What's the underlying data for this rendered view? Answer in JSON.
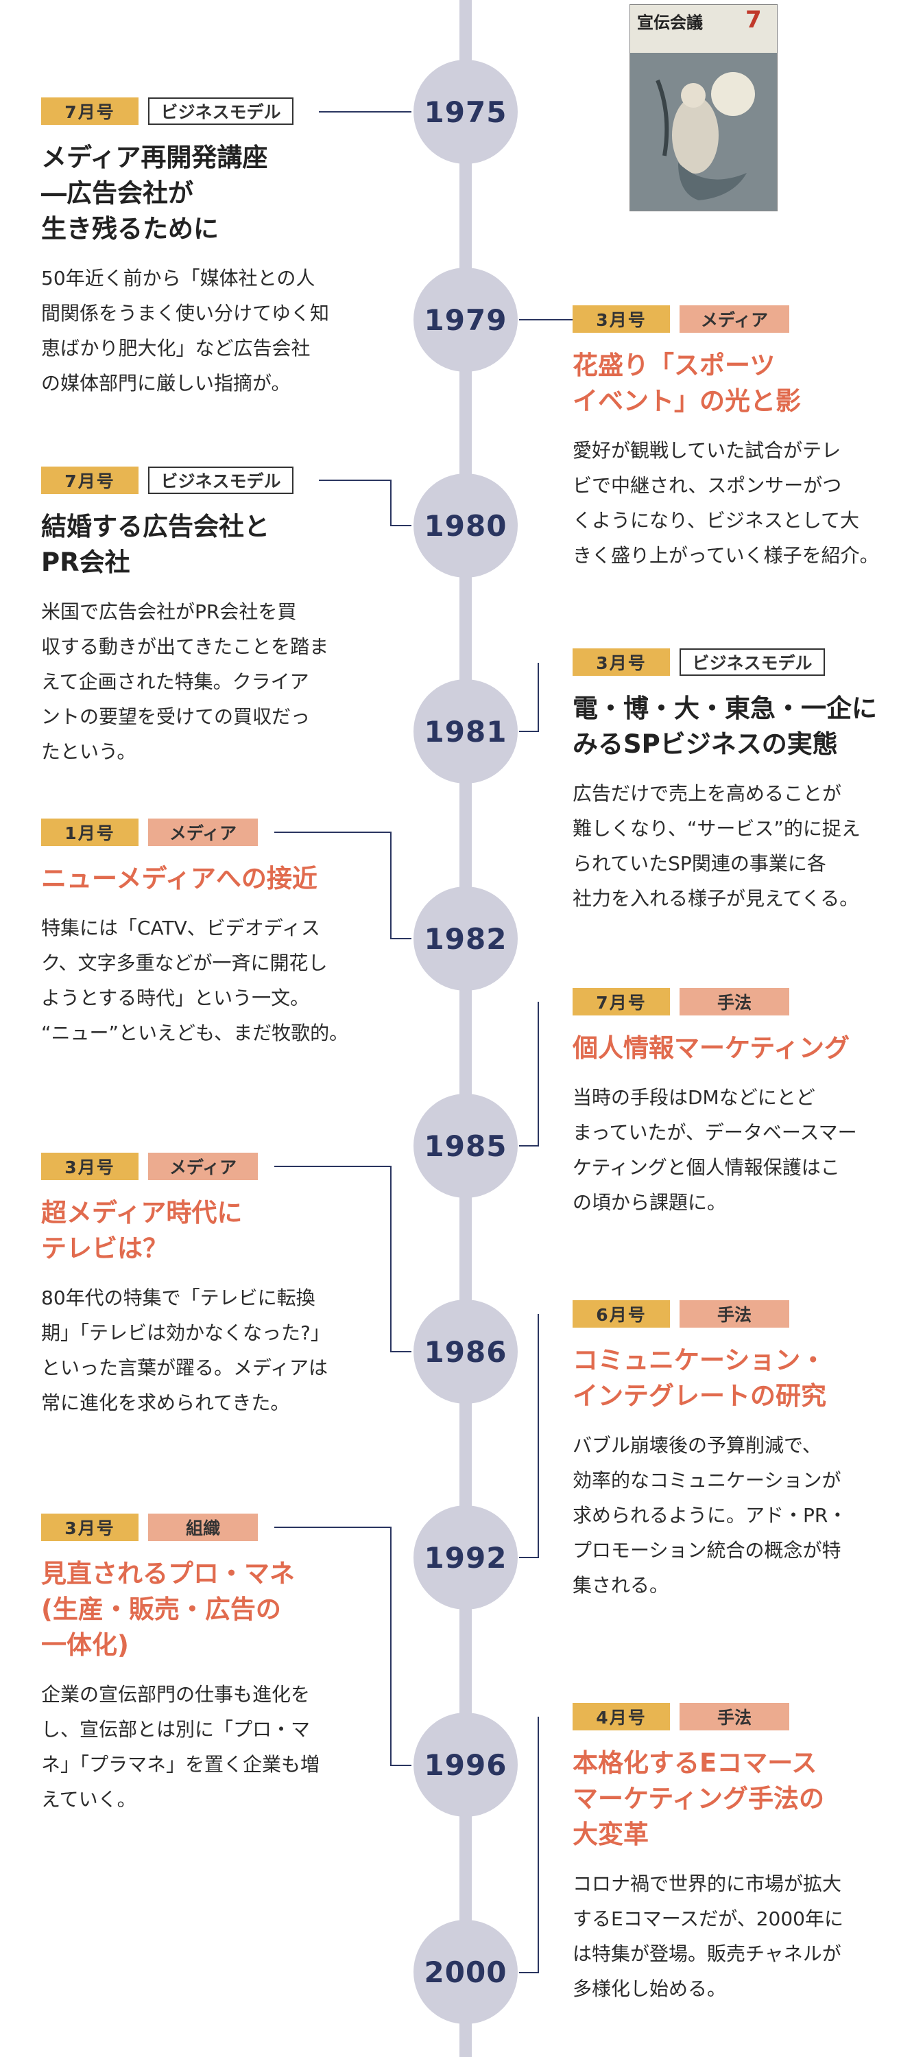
{
  "timeline": {
    "years": [
      "1975",
      "1979",
      "1980",
      "1981",
      "1982",
      "1985",
      "1986",
      "1992",
      "1996",
      "2000"
    ]
  },
  "cover": {
    "logo": "宣伝会議",
    "issue": "7"
  },
  "entries": [
    {
      "side": "left",
      "month": "7月号",
      "category": "ビジネスモデル",
      "title": "メディア再開発講座\n―広告会社が\n生き残るために",
      "body": "50年近く前から「媒体社との人\n間関係をうまく使い分けてゆく知\n恵ばかり肥大化」など広告会社\nの媒体部門に厳しい指摘が。"
    },
    {
      "side": "right",
      "month": "3月号",
      "category": "メディア",
      "title": "花盛り「スポーツ\nイベント」の光と影",
      "body": "愛好が観戦していた試合がテレ\nビで中継され、スポンサーがつ\nくようになり、ビジネスとして大\nきく盛り上がっていく様子を紹介。"
    },
    {
      "side": "left",
      "month": "7月号",
      "category": "ビジネスモデル",
      "title": "結婚する広告会社と\nPR会社",
      "body": "米国で広告会社がPR会社を買\n収する動きが出てきたことを踏ま\nえて企画された特集。クライア\nントの要望を受けての買収だっ\nたという。"
    },
    {
      "side": "right",
      "month": "3月号",
      "category": "ビジネスモデル",
      "title": "電・博・大・東急・一企に\nみるSPビジネスの実態",
      "body": "広告だけで売上を高めることが\n難しくなり、“サービス”的に捉え\nられていたSP関連の事業に各\n社力を入れる様子が見えてくる。"
    },
    {
      "side": "left",
      "month": "1月号",
      "category": "メディア",
      "title": "ニューメディアへの接近",
      "body": "特集には「CATV、ビデオディス\nク、文字多重などが一斉に開花し\nようとする時代」という一文。\n“ニュー”といえども、まだ牧歌的。"
    },
    {
      "side": "right",
      "month": "7月号",
      "category": "手法",
      "title": "個人情報マーケティング",
      "body": "当時の手段はDMなどにとど\nまっていたが、データベースマー\nケティングと個人情報保護はこ\nの頃から課題に。"
    },
    {
      "side": "left",
      "month": "3月号",
      "category": "メディア",
      "title": "超メディア時代に\nテレビは？",
      "body": "80年代の特集で「テレビに転換\n期」「テレビは効かなくなった?」\nといった言葉が躍る。メディアは\n常に進化を求められてきた。"
    },
    {
      "side": "right",
      "month": "6月号",
      "category": "手法",
      "title": "コミュニケーション・\nインテグレートの研究",
      "body": "バブル崩壊後の予算削減で、\n効率的なコミュニケーションが\n求められるように。アド・PR・\nプロモーション統合の概念が特\n集される。"
    },
    {
      "side": "left",
      "month": "3月号",
      "category": "組織",
      "title": "見直されるプロ・マネ\n(生産・販売・広告の\n一体化)",
      "body": "企業の宣伝部門の仕事も進化を\nし、宣伝部とは別に「プロ・マ\nネ」「プラマネ」を置く企業も増\nえていく。"
    },
    {
      "side": "right",
      "month": "4月号",
      "category": "手法",
      "title": "本格化するEコマース\nマーケティング手法の\n大変革",
      "body": "コロナ禍で世界的に市場が拡大\nするEコマースだが、2000年に\nは特集が登場。販売チャネルが\n多様化し始める。"
    }
  ]
}
